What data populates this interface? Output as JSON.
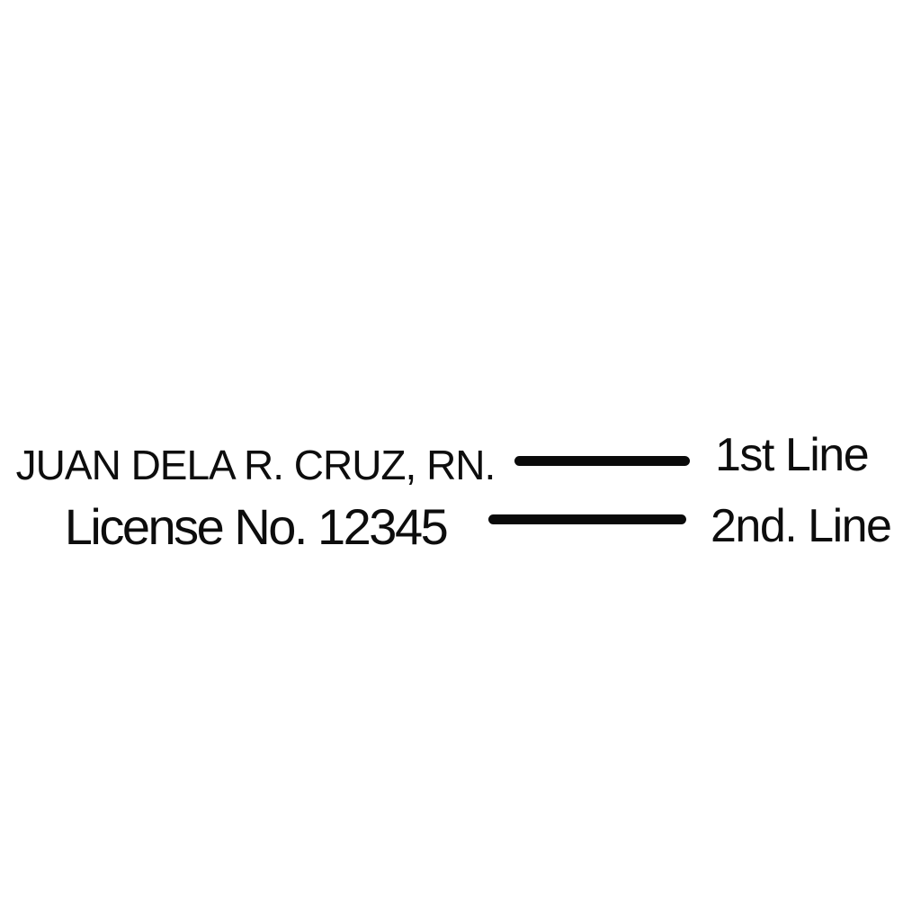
{
  "page": {
    "background_color": "#ffffff",
    "ink_color": "#0d0d0d"
  },
  "stamp_preview": {
    "line1": "JUAN DELA R. CRUZ, RN.",
    "line2": "License No. 12345"
  },
  "annotations": {
    "line1_label": "1st Line",
    "line2_label": "2nd. Line"
  }
}
